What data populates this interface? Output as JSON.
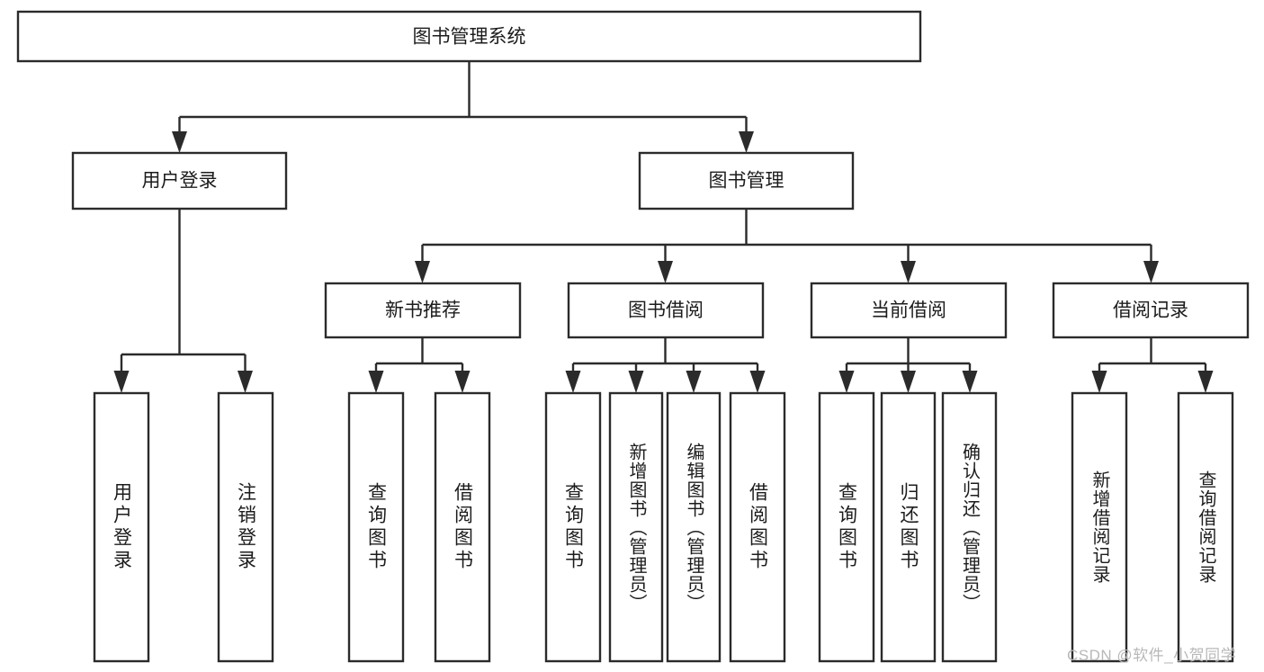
{
  "diagram": {
    "type": "tree-hierarchy",
    "title": "图书管理系统",
    "root": {
      "label": "图书管理系统",
      "id": "root-system"
    },
    "level2": [
      {
        "id": "user-login",
        "label": "用户登录"
      },
      {
        "id": "book-management",
        "label": "图书管理"
      }
    ],
    "level3": [
      {
        "id": "new-book-recommend",
        "label": "新书推荐",
        "parent": "book-management"
      },
      {
        "id": "book-borrow",
        "label": "图书借阅",
        "parent": "book-management"
      },
      {
        "id": "current-borrow",
        "label": "当前借阅",
        "parent": "book-management"
      },
      {
        "id": "borrow-record",
        "label": "借阅记录",
        "parent": "book-management"
      }
    ],
    "leaves": [
      {
        "id": "leaf-user-login",
        "label": "用户登录",
        "parent": "user-login"
      },
      {
        "id": "leaf-logout-login",
        "label": "注销登录",
        "parent": "user-login"
      },
      {
        "id": "leaf-query-book-1",
        "label": "查询图书",
        "parent": "new-book-recommend"
      },
      {
        "id": "leaf-borrow-book-1",
        "label": "借阅图书",
        "parent": "new-book-recommend"
      },
      {
        "id": "leaf-query-book-2",
        "label": "查询图书",
        "parent": "book-borrow"
      },
      {
        "id": "leaf-add-book",
        "label": "新增图书（管理员）",
        "parent": "book-borrow"
      },
      {
        "id": "leaf-edit-book",
        "label": "编辑图书（管理员）",
        "parent": "book-borrow"
      },
      {
        "id": "leaf-borrow-book-2",
        "label": "借阅图书",
        "parent": "book-borrow"
      },
      {
        "id": "leaf-query-book-3",
        "label": "查询图书",
        "parent": "current-borrow"
      },
      {
        "id": "leaf-return-book",
        "label": "归还图书",
        "parent": "current-borrow"
      },
      {
        "id": "leaf-confirm-return",
        "label": "确认归还（管理员）",
        "parent": "current-borrow"
      },
      {
        "id": "leaf-add-record",
        "label": "新增借阅记录",
        "parent": "borrow-record"
      },
      {
        "id": "leaf-query-record",
        "label": "查询借阅记录",
        "parent": "borrow-record"
      }
    ],
    "colors": {
      "box_stroke": "#2b2b2b",
      "box_fill": "#ffffff",
      "text": "#1c1c1c",
      "background": "#ffffff",
      "watermark": "#b8b8b8"
    }
  },
  "watermark": {
    "text": "CSDN @软件_小贺同学"
  }
}
